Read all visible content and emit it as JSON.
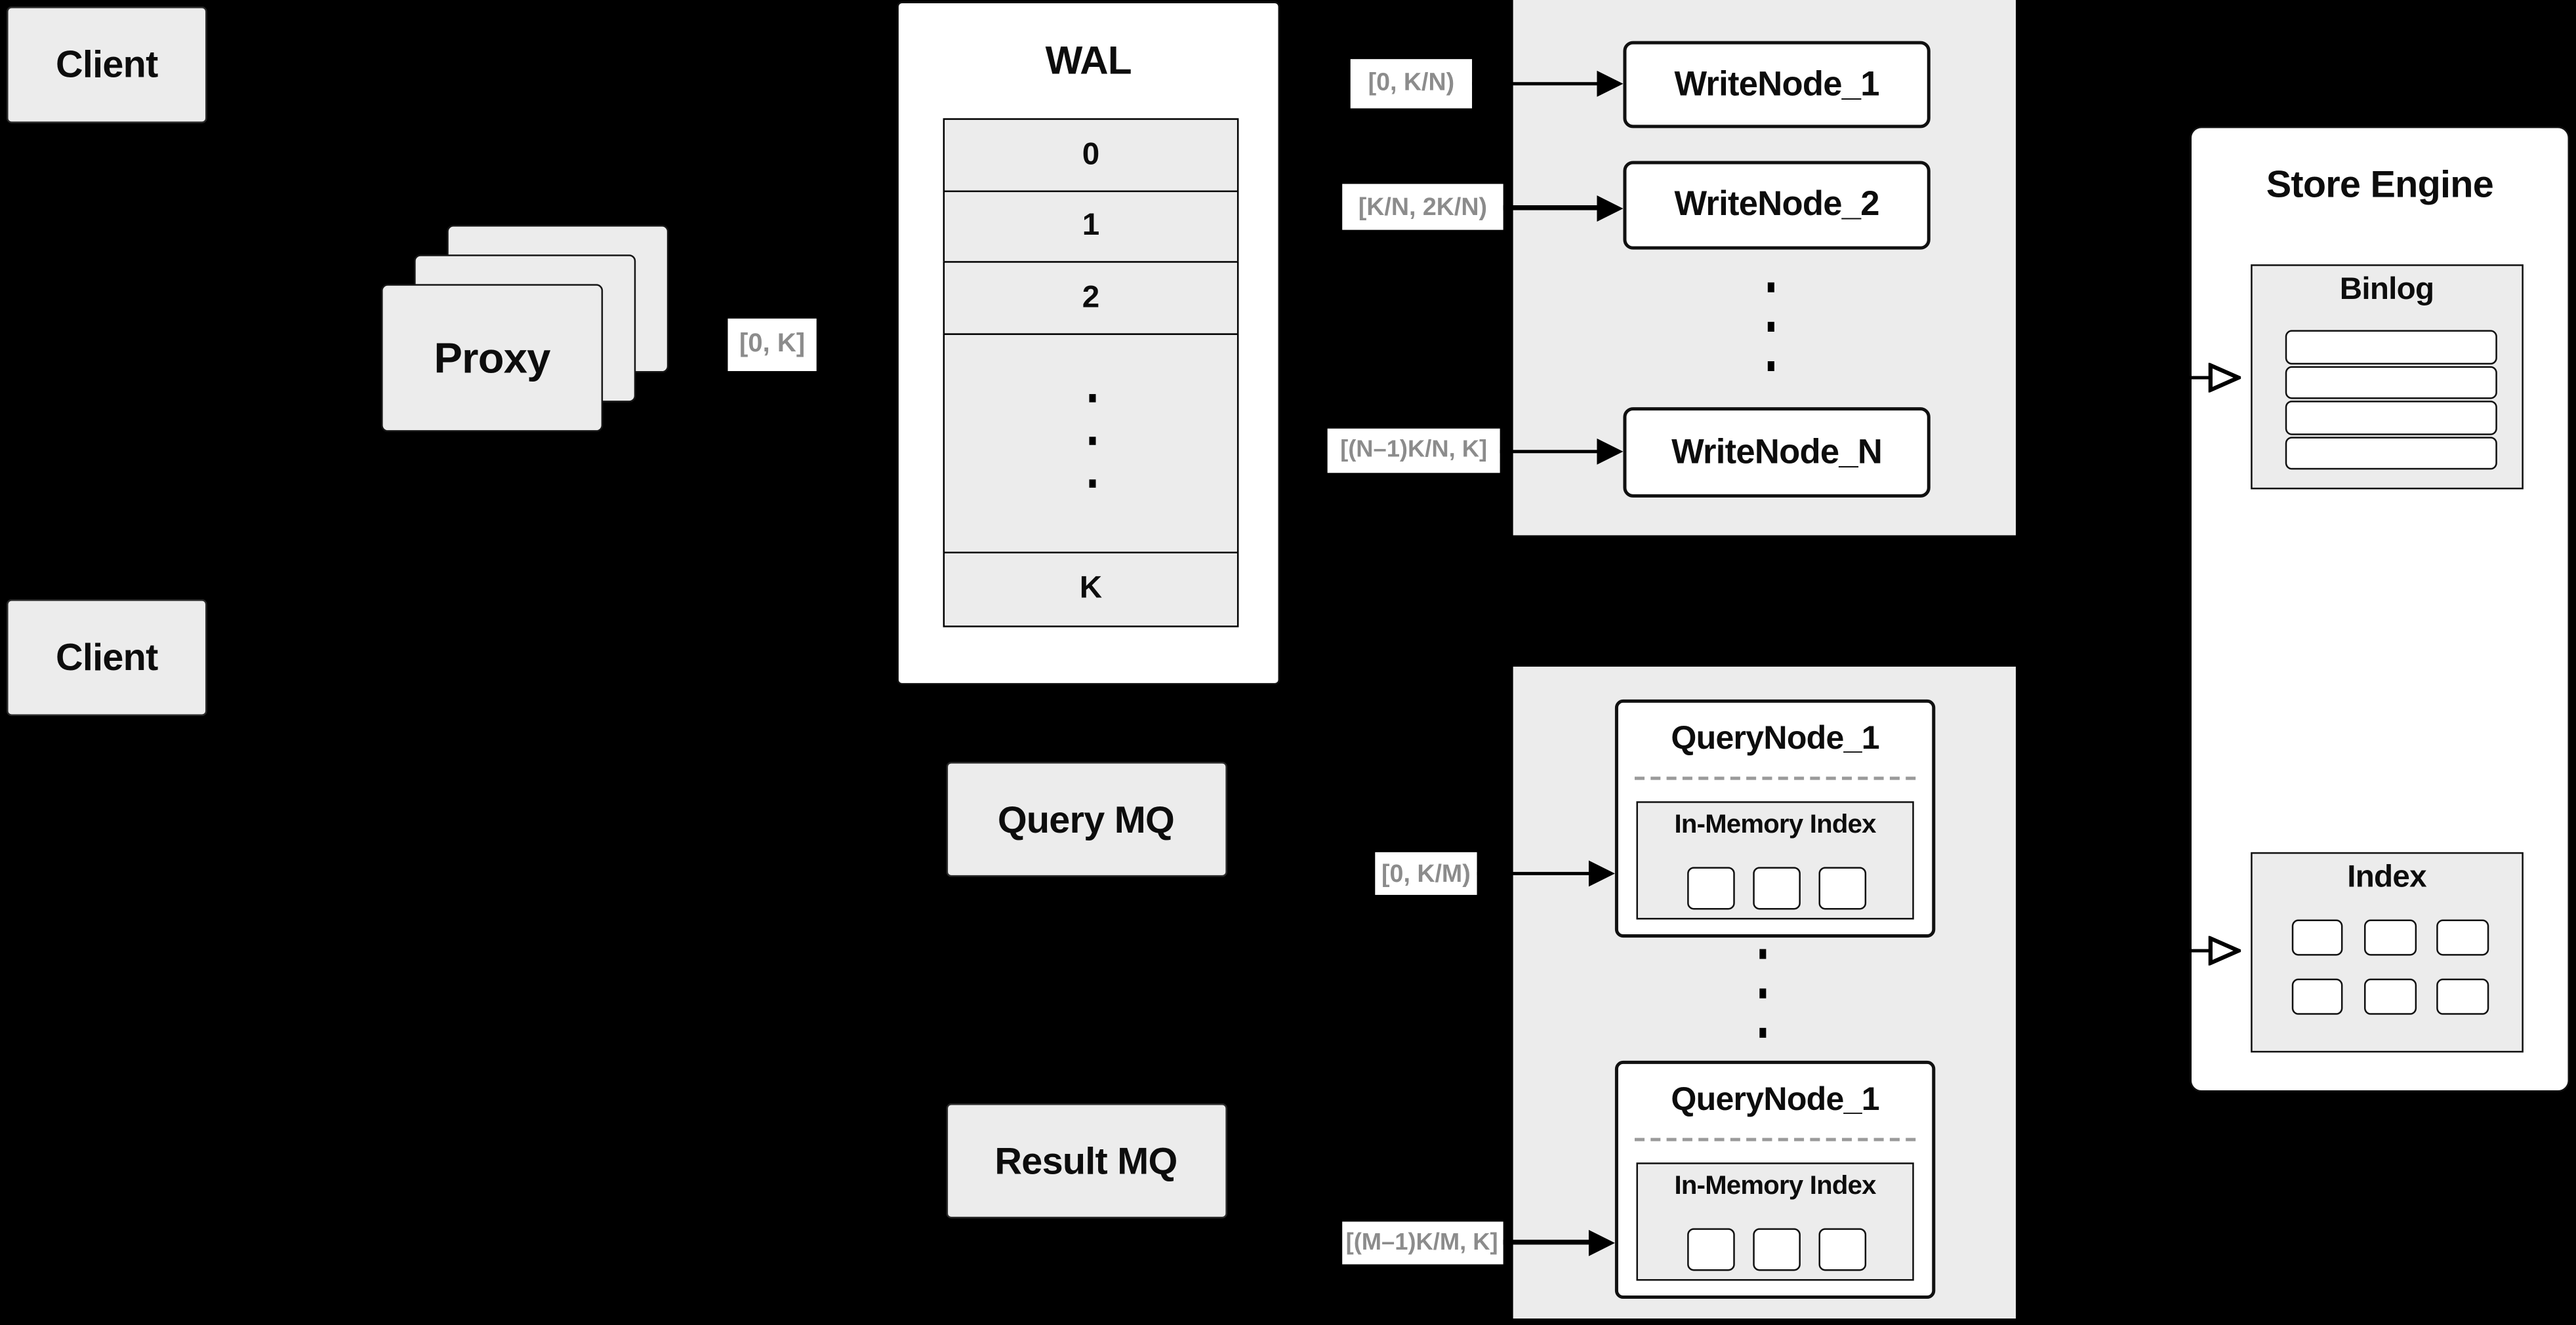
{
  "clients": {
    "top": "Client",
    "bottom": "Client"
  },
  "proxy": {
    "label": "Proxy"
  },
  "wal": {
    "title": "WAL",
    "rows": [
      "0",
      "1",
      "2"
    ],
    "last_row": "K"
  },
  "intervals": {
    "proxy_out": "[0, K]",
    "write_1": "[0, K/N)",
    "write_2": "[K/N, 2K/N)",
    "write_n": "[(N–1)K/N, K]",
    "query_1": "[0, K/M)",
    "query_m": "[(M–1)K/M, K]"
  },
  "write_nodes": {
    "node_1": "WriteNode_1",
    "node_2": "WriteNode_2",
    "node_n": "WriteNode_N"
  },
  "query_nodes": {
    "node_top": {
      "title": "QueryNode_1",
      "index_label": "In-Memory Index"
    },
    "node_bottom": {
      "title": "QueryNode_1",
      "index_label": "In-Memory Index"
    }
  },
  "mq": {
    "query": "Query MQ",
    "result": "Result MQ"
  },
  "store_engine": {
    "title": "Store Engine",
    "binlog": {
      "title": "Binlog"
    },
    "index": {
      "title": "Index"
    }
  },
  "colors": {
    "background": "#000000",
    "panel_gray": "#ececec",
    "box_white": "#ffffff",
    "border_black": "#111111",
    "label_text_gray": "#8c8c8c",
    "dashed_gray": "#9a9a9a"
  }
}
